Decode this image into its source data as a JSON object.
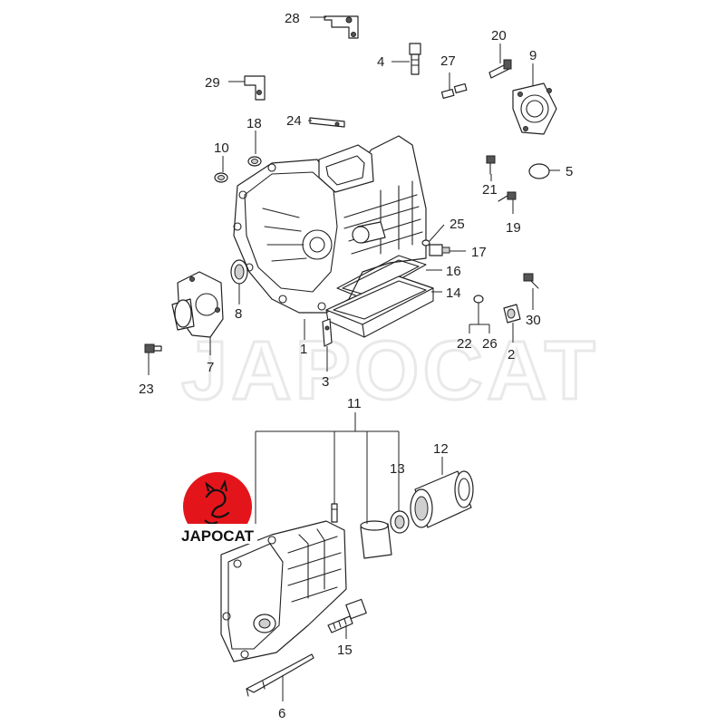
{
  "watermark": "JAPOCAT",
  "logo": {
    "text": "JAPOCAT",
    "color": "#e3151b"
  },
  "callouts": {
    "c1": "1",
    "c2": "2",
    "c3": "3",
    "c4": "4",
    "c5": "5",
    "c6": "6",
    "c7": "7",
    "c8": "8",
    "c9": "9",
    "c10": "10",
    "c11": "11",
    "c12": "12",
    "c13": "13",
    "c14": "14",
    "c15": "15",
    "c16": "16",
    "c17": "17",
    "c18": "18",
    "c19": "19",
    "c20": "20",
    "c21": "21",
    "c22": "22",
    "c23": "23",
    "c24": "24",
    "c25": "25",
    "c26": "26",
    "c27": "27",
    "c28": "28",
    "c29": "29",
    "c30": "30"
  }
}
